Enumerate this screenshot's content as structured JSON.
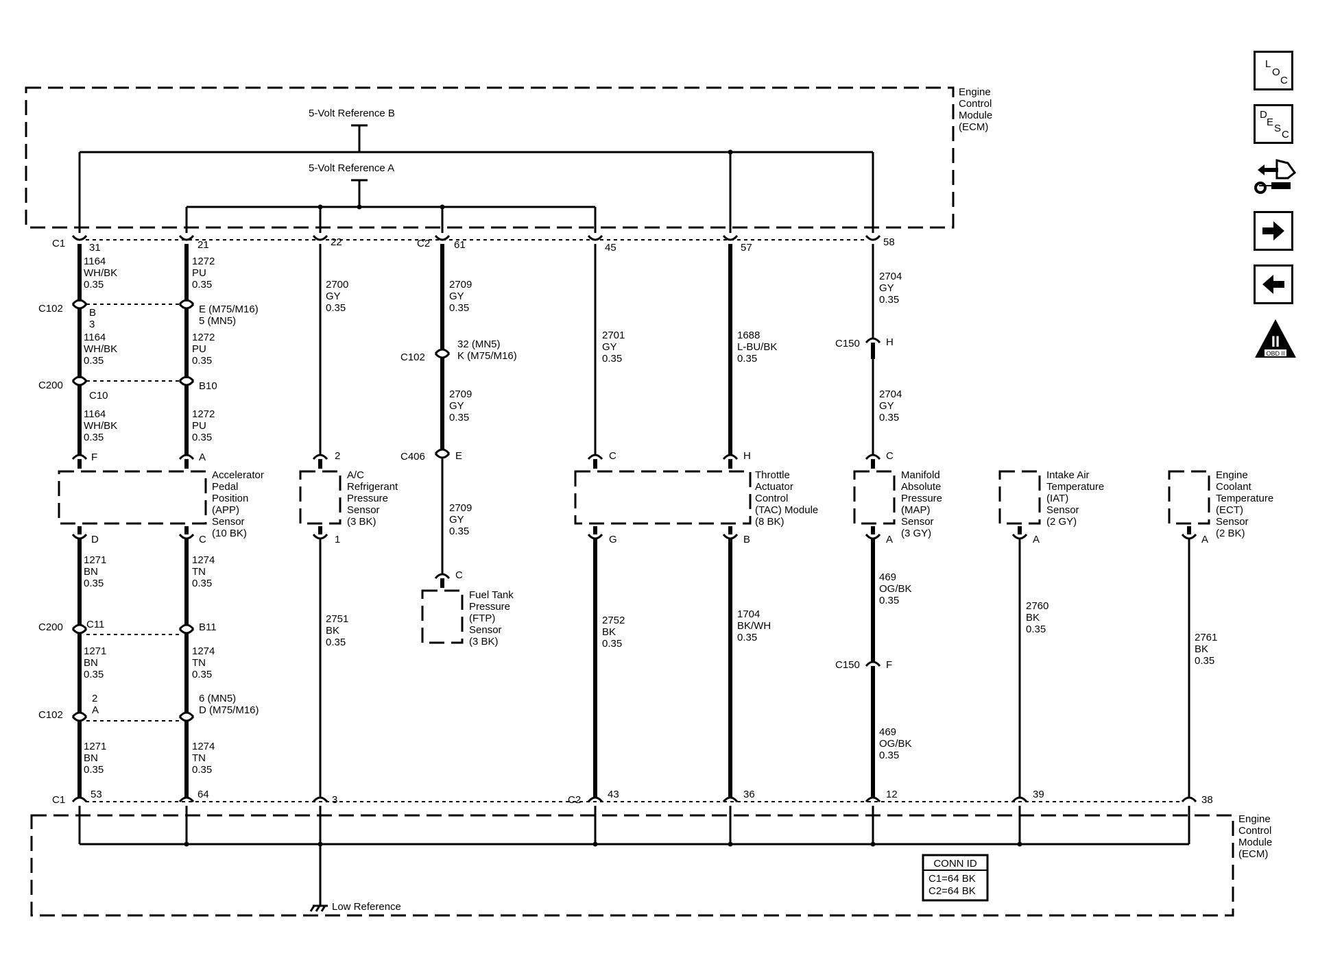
{
  "ecm_top": {
    "label": [
      "Engine",
      "Control",
      "Module",
      "(ECM)"
    ],
    "ref_b": "5-Volt Reference B",
    "ref_a": "5-Volt Reference A"
  },
  "ecm_bottom": {
    "label": [
      "Engine",
      "Control",
      "Module",
      "(ECM)"
    ],
    "low_ref": "Low Reference",
    "conn_id": {
      "title": "CONN ID",
      "rows": [
        "C1=64 BK",
        "C2=64 BK"
      ]
    }
  },
  "connectors": {
    "c1": "C1",
    "c2": "C2",
    "c102": "C102",
    "c200": "C200",
    "c406": "C406",
    "c150": "C150"
  },
  "top_pins": [
    "31",
    "21",
    "22",
    "61",
    "45",
    "57",
    "58"
  ],
  "bottom_pins": [
    "53",
    "64",
    "3",
    "43",
    "36",
    "12",
    "39",
    "38"
  ],
  "wires": {
    "w1164": [
      "1164",
      "WH/BK",
      "0.35"
    ],
    "w1272": [
      "1272",
      "PU",
      "0.35"
    ],
    "w2700": [
      "2700",
      "GY",
      "0.35"
    ],
    "w2709": [
      "2709",
      "GY",
      "0.35"
    ],
    "w2701": [
      "2701",
      "GY",
      "0.35"
    ],
    "w1688": [
      "1688",
      "L-BU/BK",
      "0.35"
    ],
    "w2704": [
      "2704",
      "GY",
      "0.35"
    ],
    "w1271": [
      "1271",
      "BN",
      "0.35"
    ],
    "w1274": [
      "1274",
      "TN",
      "0.35"
    ],
    "w2751": [
      "2751",
      "BK",
      "0.35"
    ],
    "w2752": [
      "2752",
      "BK",
      "0.35"
    ],
    "w1704": [
      "1704",
      "BK/WH",
      "0.35"
    ],
    "w469": [
      "469",
      "OG/BK",
      "0.35"
    ],
    "w2760": [
      "2760",
      "BK",
      "0.35"
    ],
    "w2761": [
      "2761",
      "BK",
      "0.35"
    ]
  },
  "pin_labels": {
    "b": "B",
    "three": "3",
    "e_m75": "E (M75/M16)",
    "five_mn5": "5 (MN5)",
    "c10": "C10",
    "b10": "B10",
    "f": "F",
    "a": "A",
    "d": "D",
    "c": "C",
    "c11": "C11",
    "b11": "B11",
    "two": "2",
    "six_mn5": "6 (MN5)",
    "d_m75": "D (M75/M16)",
    "one": "1",
    "pin_32_mn5": "32 (MN5)",
    "k_m75": "K (M75/M16)",
    "e": "E",
    "g": "G",
    "h": "H"
  },
  "sensors": {
    "app": [
      "Accelerator",
      "Pedal",
      "Position",
      "(APP)",
      "Sensor",
      "(10 BK)"
    ],
    "ac": [
      "A/C",
      "Refrigerant",
      "Pressure",
      "Sensor",
      "(3 BK)"
    ],
    "ftp": [
      "Fuel Tank",
      "Pressure",
      "(FTP)",
      "Sensor",
      "(3 BK)"
    ],
    "tac": [
      "Throttle",
      "Actuator",
      "Control",
      "(TAC) Module",
      "(8 BK)"
    ],
    "map": [
      "Manifold",
      "Absolute",
      "Pressure",
      "(MAP)",
      "Sensor",
      "(3 GY)"
    ],
    "iat": [
      "Intake Air",
      "Temperature",
      "(IAT)",
      "Sensor",
      "(2 GY)"
    ],
    "ect": [
      "Engine",
      "Coolant",
      "Temperature",
      "(ECT)",
      "Sensor",
      "(2 BK)"
    ]
  },
  "sidebar": {
    "loc": [
      "L",
      "O",
      "C"
    ],
    "desc": [
      "D",
      "E",
      "S",
      "C"
    ],
    "obd": [
      "II",
      "OBD II"
    ]
  }
}
